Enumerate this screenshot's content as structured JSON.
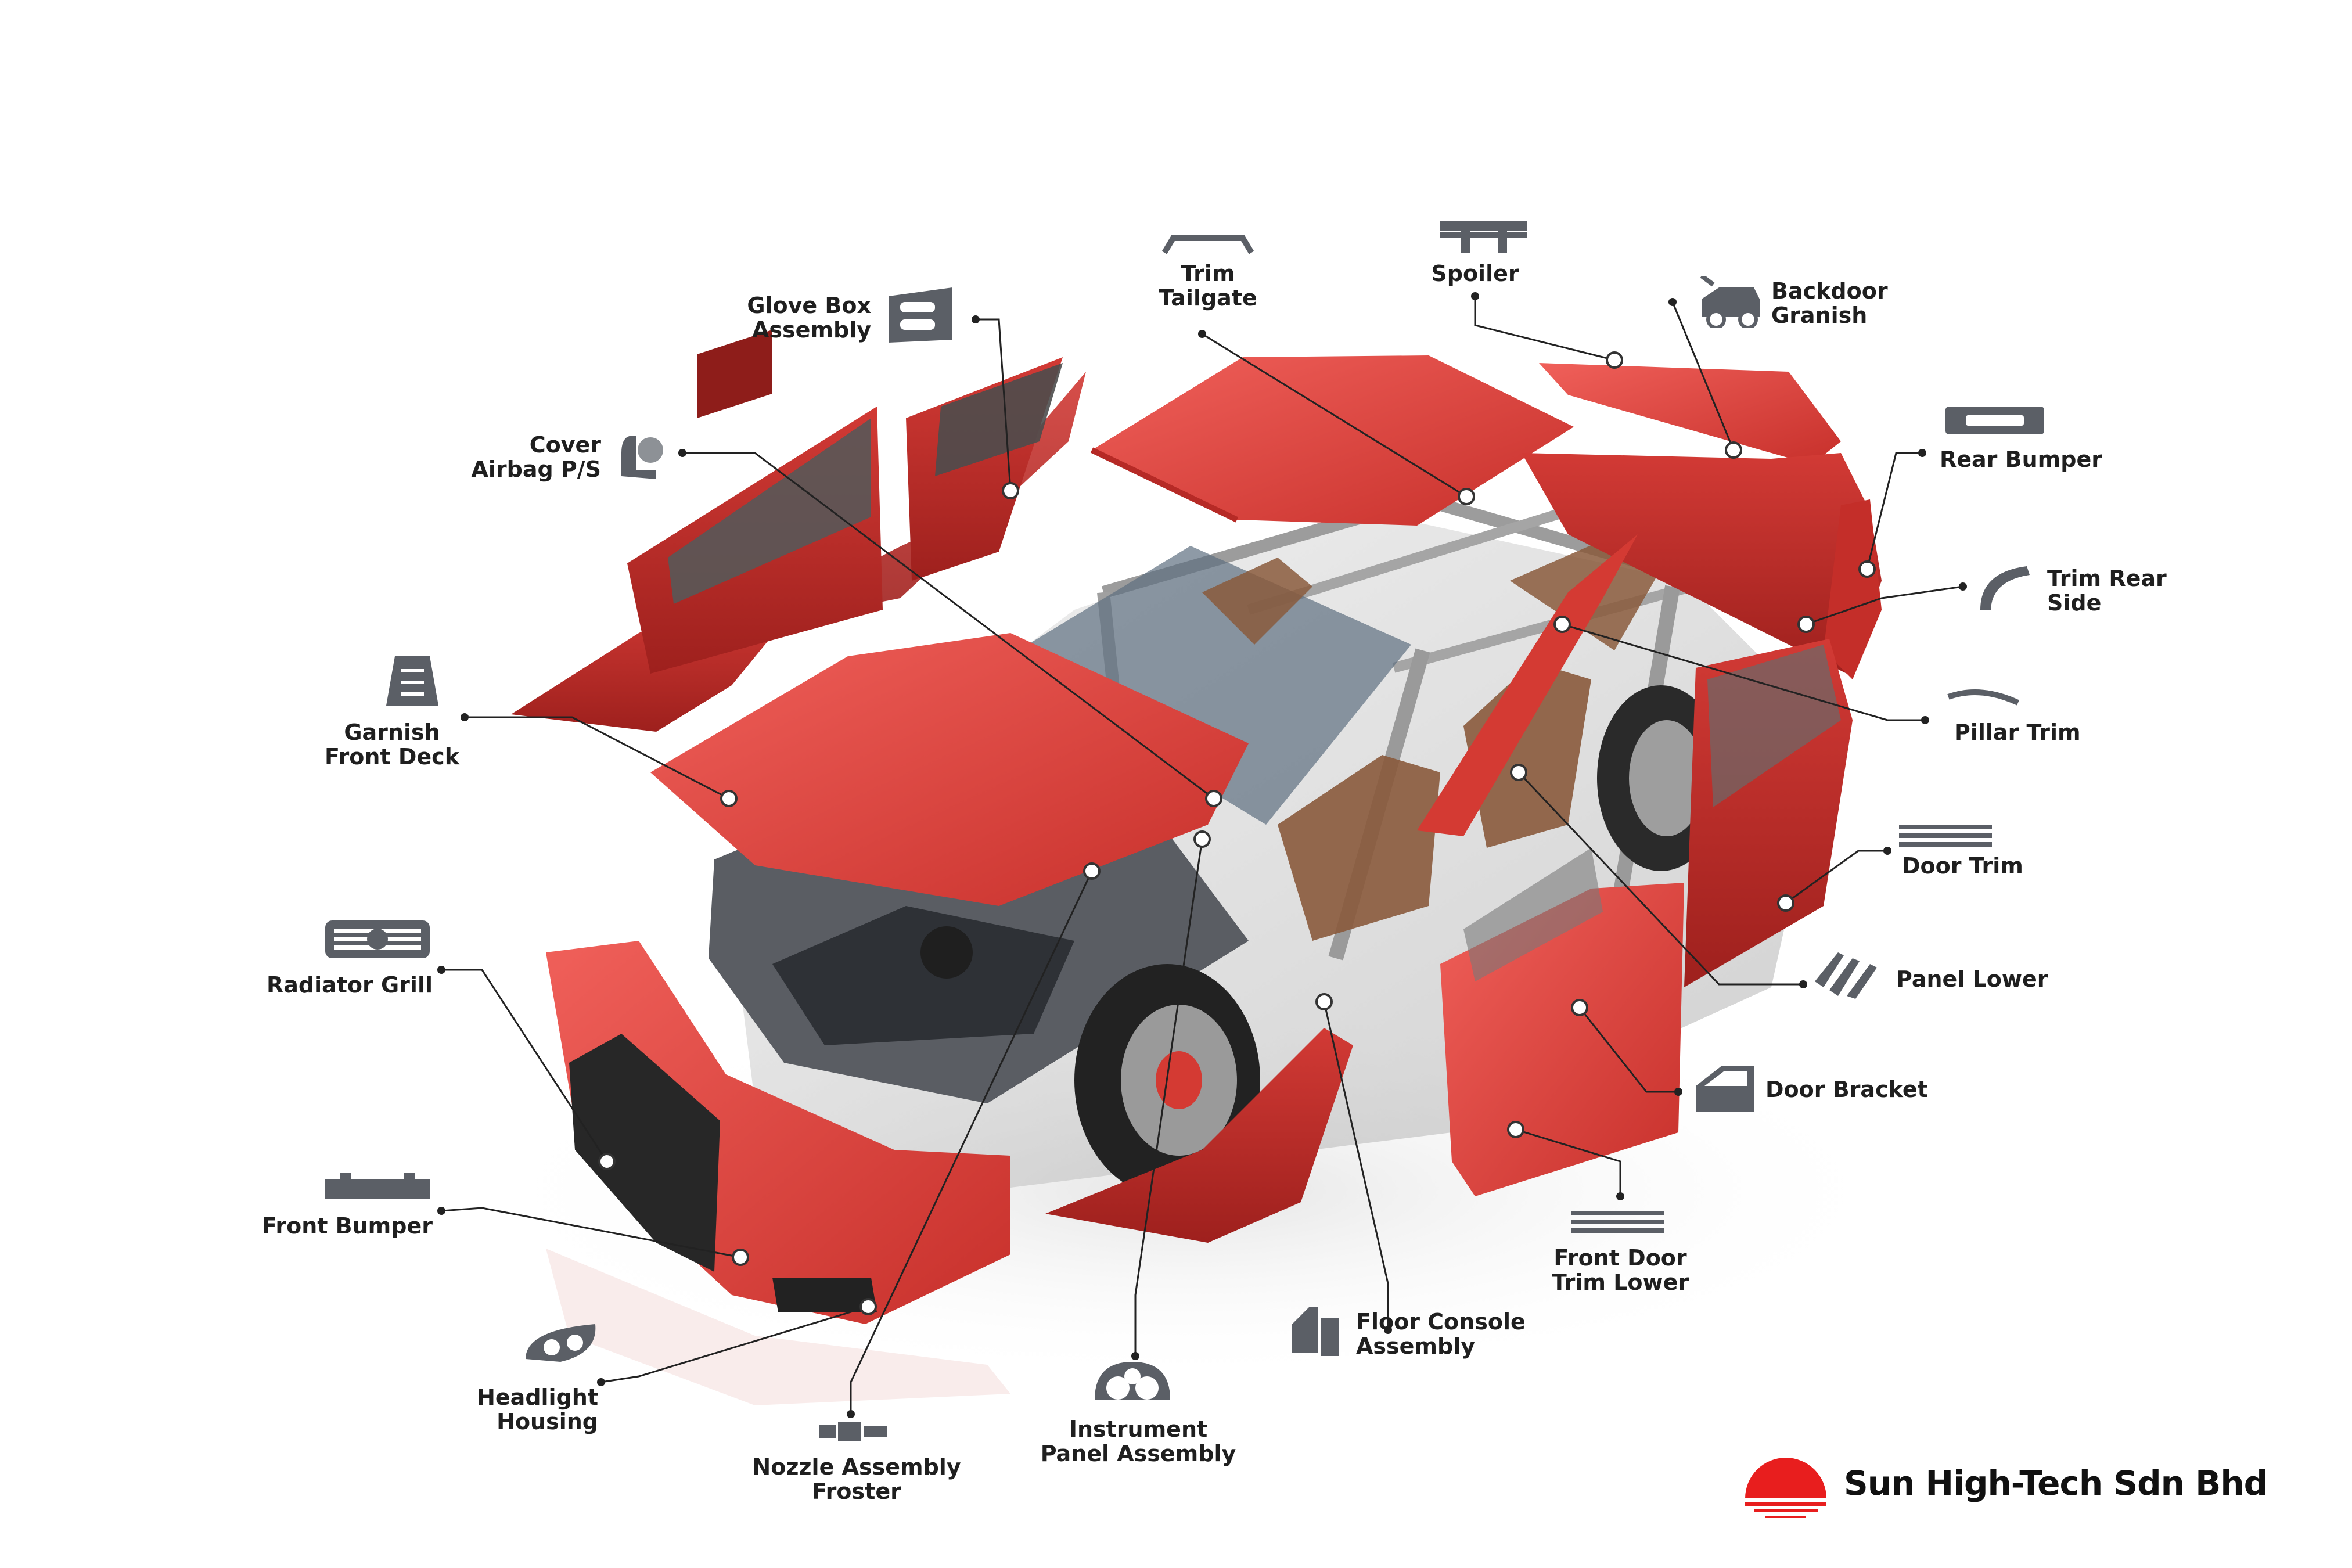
{
  "colors": {
    "car_body": "#e0473f",
    "car_body_dark": "#b72a26",
    "frame": "#c9c9c9",
    "interior": "#8a5a3c",
    "icon": "#5b5f66",
    "leader": "#222222",
    "logo_sun": "#e81e1e"
  },
  "labels": {
    "glove_box": [
      "Glove Box",
      "Assembly"
    ],
    "trim_tailgate": [
      "Trim",
      "Tailgate"
    ],
    "spoiler": [
      "Spoiler"
    ],
    "backdoor_granish": [
      "Backdoor",
      "Granish"
    ],
    "cover_airbag": [
      "Cover",
      "Airbag P/S"
    ],
    "rear_bumper": [
      "Rear Bumper"
    ],
    "trim_rear_side": [
      "Trim Rear",
      "Side"
    ],
    "garnish_front_deck": [
      "Garnish",
      "Front Deck"
    ],
    "pillar_trim": [
      "Pillar Trim"
    ],
    "door_trim": [
      "Door Trim"
    ],
    "radiator_grill": [
      "Radiator Grill"
    ],
    "panel_lower": [
      "Panel Lower"
    ],
    "door_bracket": [
      "Door Bracket"
    ],
    "front_bumper": [
      "Front Bumper"
    ],
    "front_door_trim_lower": [
      "Front Door",
      "Trim Lower"
    ],
    "floor_console": [
      "Floor Console",
      "Assembly"
    ],
    "headlight_housing": [
      "Headlight",
      "Housing"
    ],
    "instrument_panel": [
      "Instrument",
      "Panel Assembly"
    ],
    "nozzle_assembly": [
      "Nozzle Assembly",
      "Froster"
    ]
  },
  "icons": {
    "glove_box": "glove-box-icon",
    "trim_tailgate": "trim-tailgate-icon",
    "spoiler": "spoiler-icon",
    "backdoor_granish": "backdoor-icon",
    "cover_airbag": "seat-airbag-icon",
    "rear_bumper": "rear-bumper-icon",
    "trim_rear_side": "trim-rear-side-icon",
    "garnish_front_deck": "front-deck-icon",
    "pillar_trim": "pillar-trim-icon",
    "door_trim": "door-trim-icon",
    "radiator_grill": "radiator-grill-icon",
    "panel_lower": "panel-lower-icon",
    "door_bracket": "door-bracket-icon",
    "front_bumper": "front-bumper-icon",
    "front_door_trim_lower": "front-door-trim-icon",
    "floor_console": "floor-console-icon",
    "headlight_housing": "headlight-icon",
    "instrument_panel": "gauge-icon",
    "nozzle_assembly": "nozzle-icon"
  },
  "brand": {
    "name": "Sun High-Tech Sdn Bhd"
  }
}
